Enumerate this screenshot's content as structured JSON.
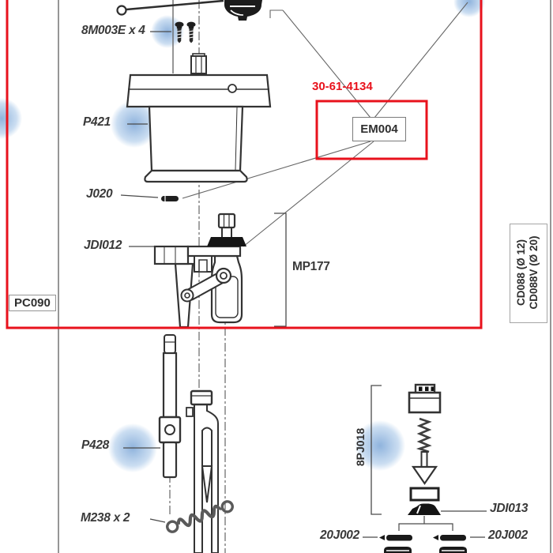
{
  "diagram_type": "exploded-parts-diagram",
  "colors": {
    "annotation_red": "#e8121c",
    "highlight_blue": "#8fb4dd",
    "line_gray": "#3a3a3a"
  },
  "labels": {
    "screws": "8M003E x 4",
    "pump_body": "P421",
    "pin": "J020",
    "valve": "JDI012",
    "kit_code": "PC090",
    "mechanism": "MP177",
    "module": "EM004",
    "order_ref": "30-61-4134",
    "cartridge_line1": "CD088 (Ø 12)",
    "cartridge_line2": "CD088V (Ø 20)",
    "rod": "P428",
    "springs": "M238 x 2",
    "pusher_kit": "8PJ018",
    "seal": "JDI013",
    "joint_left": "20J002",
    "joint_right": "20J002"
  }
}
